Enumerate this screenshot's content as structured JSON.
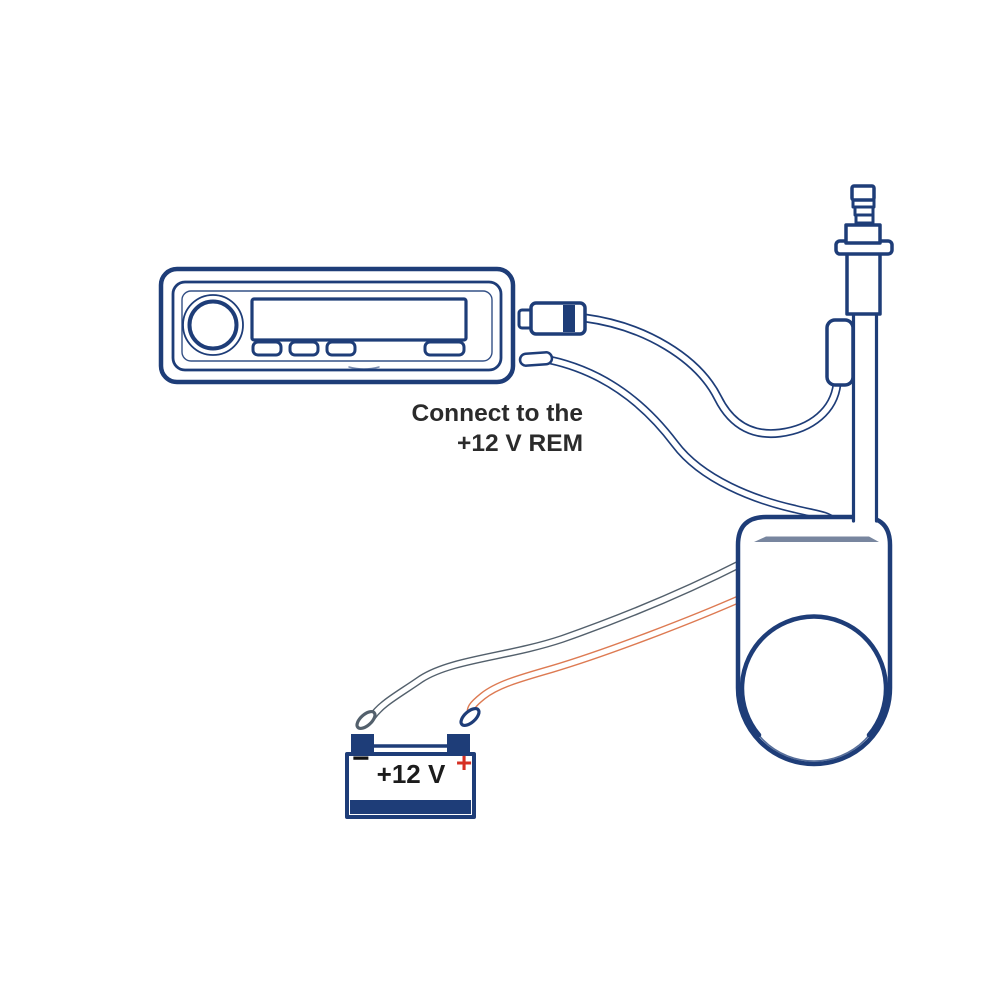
{
  "colors": {
    "navy": "#1e3d78",
    "wire_gray": "#53606c",
    "wire_orange": "#dd7a52",
    "slot_gray": "#78869f",
    "text_dark": "#2b2b2b",
    "plus_red": "#d62f22",
    "background": "#ffffff"
  },
  "annotations": {
    "rem_note": {
      "line1": "Connect to the",
      "line2": "+12 V REM"
    }
  },
  "battery": {
    "label": "+12 V",
    "negative_symbol": "−",
    "positive_symbol": "+"
  }
}
